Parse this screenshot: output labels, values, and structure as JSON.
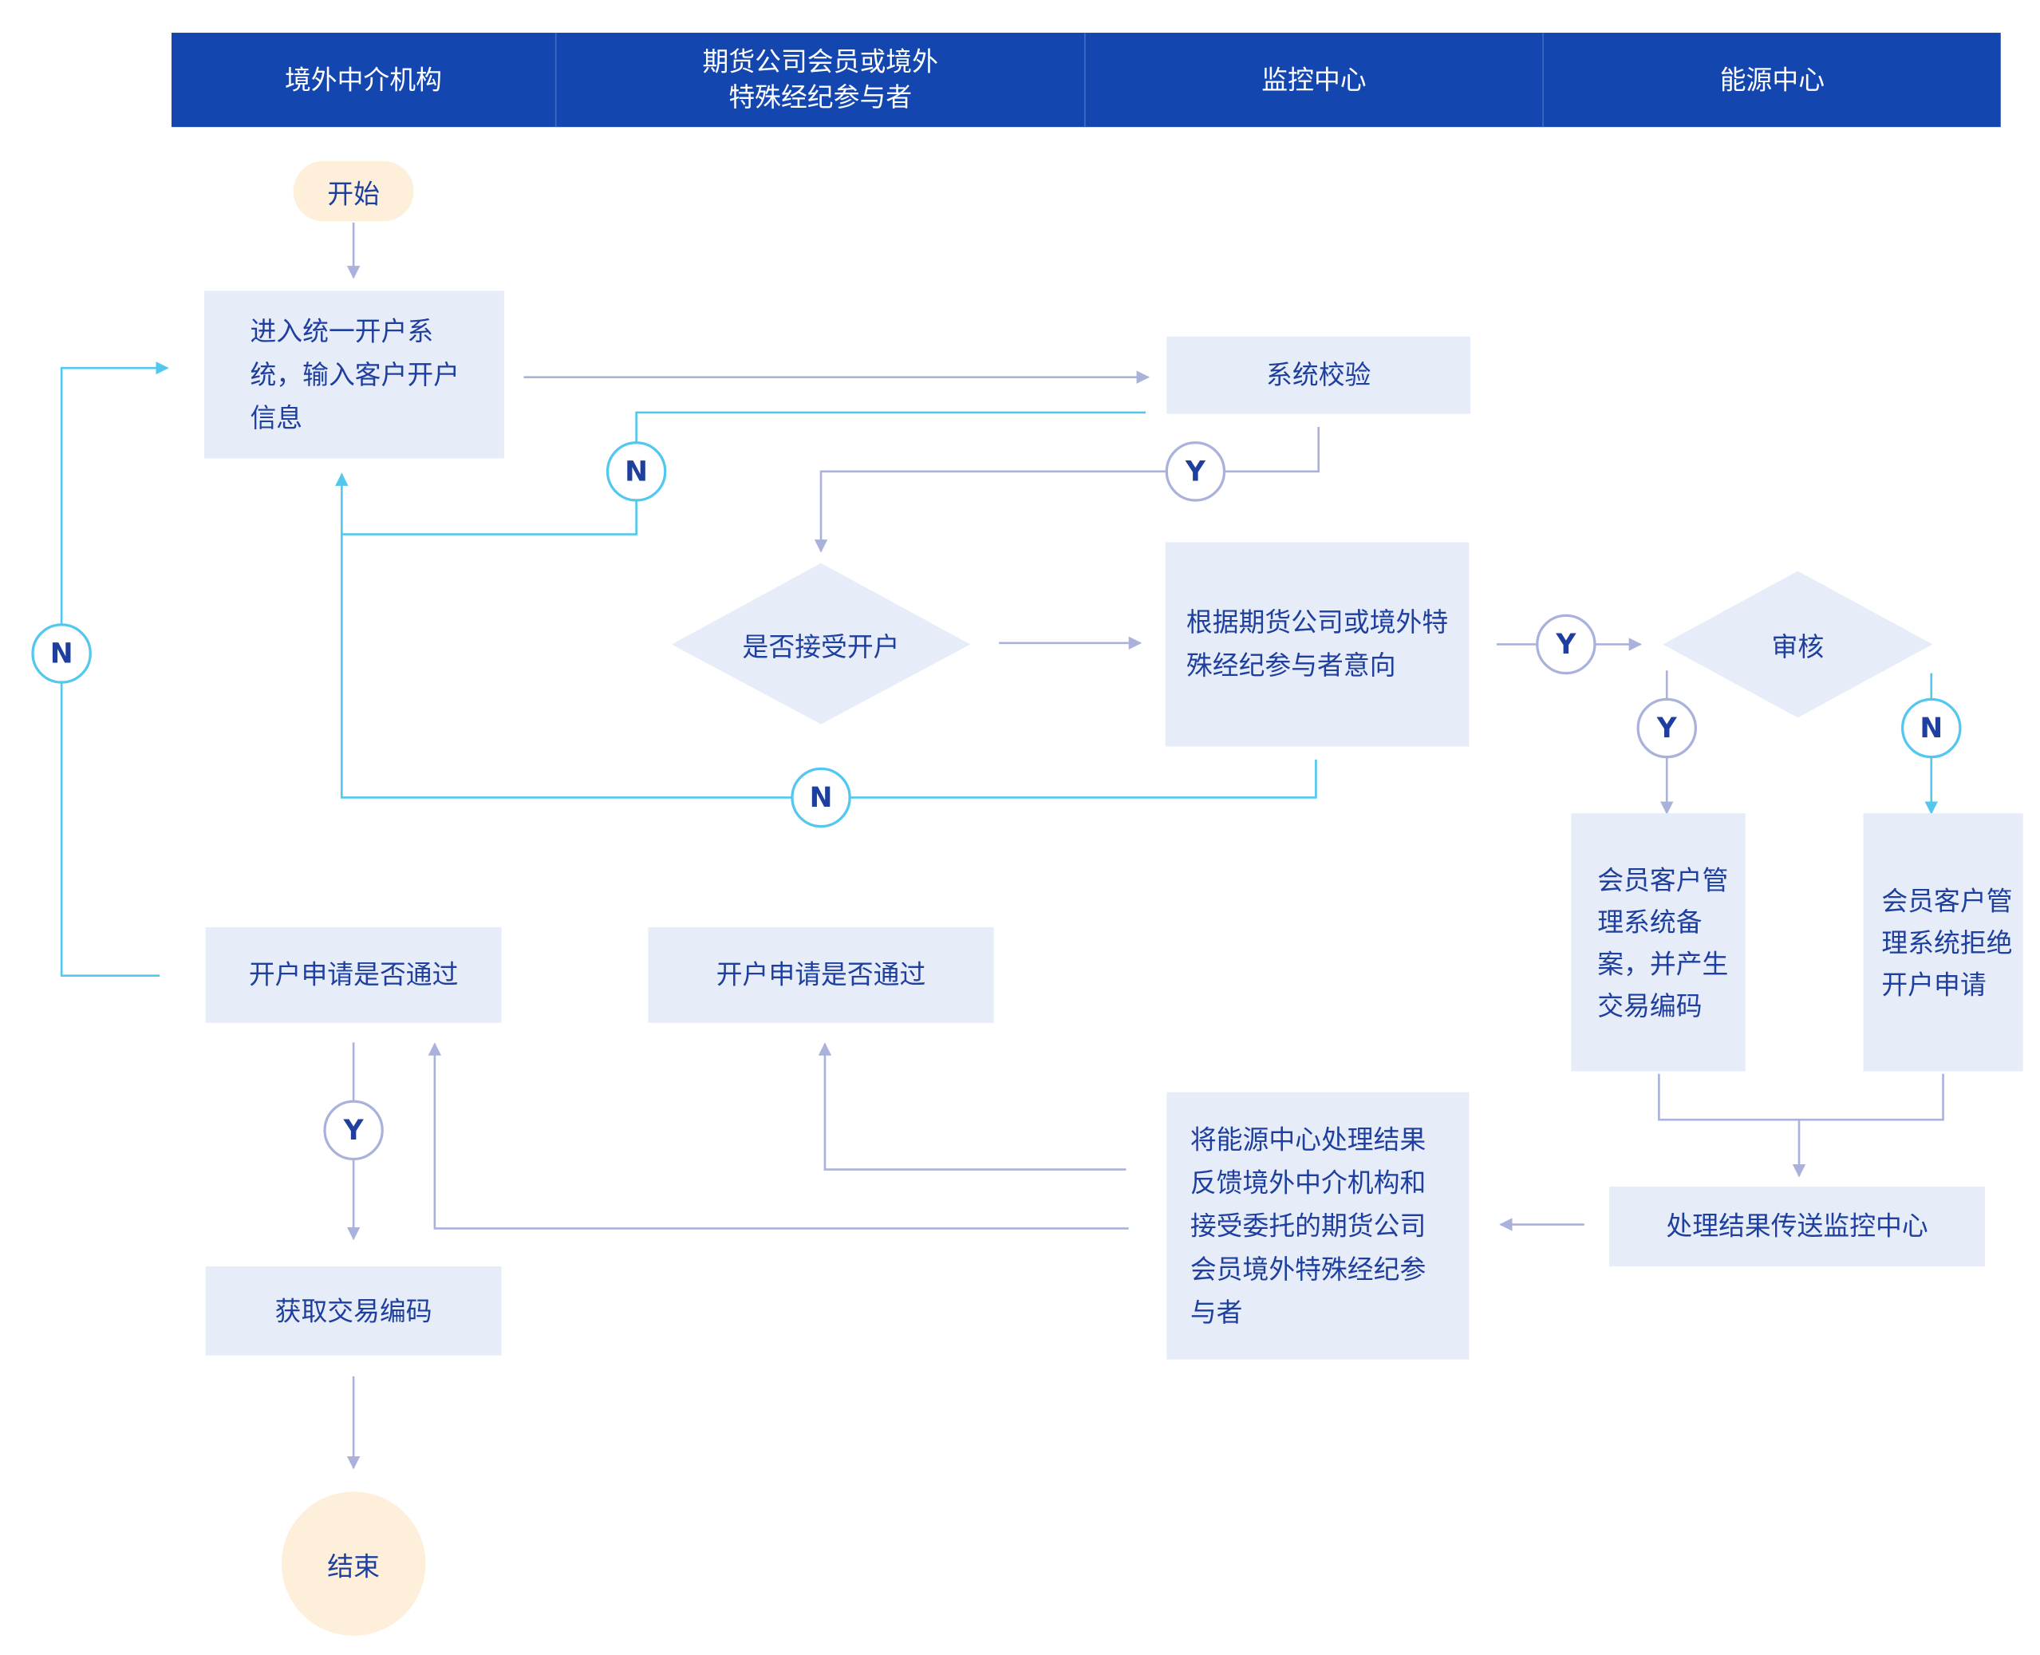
{
  "colors": {
    "header": "#1446b0",
    "box": "#e6ecf8",
    "terminal": "#fdefd9",
    "text": "#1e3f9e",
    "line_yes": "#aab2dc",
    "line_no": "#52c8ee"
  },
  "lanes": [
    {
      "label": "境外中介机构"
    },
    {
      "label": "期货公司会员或境外\n特殊经纪参与者"
    },
    {
      "label": "监控中心"
    },
    {
      "label": "能源中心"
    }
  ],
  "nodes": {
    "start": "开始",
    "end": "结束",
    "enter_system": "进入统一开户系统，输入客户开户信息",
    "system_check": "系统校验",
    "accept_opening": "是否接受开户",
    "by_intent": "根据期货公司或境外特殊经纪参与者意向",
    "review": "审核",
    "record_and_code": "会员客户管理系统备案，并产生交易编码",
    "reject_application": "会员客户管理系统拒绝开户申请",
    "send_result": "处理结果传送监控中心",
    "feedback": "将能源中心处理结果反馈境外中介机构和接受委托的期货公司会员境外特殊经纪参与者",
    "pass_check_left": "开户申请是否通过",
    "pass_check_mid": "开户申请是否通过",
    "get_code": "获取交易编码"
  },
  "decisions": {
    "yes": "Y",
    "no": "N"
  }
}
